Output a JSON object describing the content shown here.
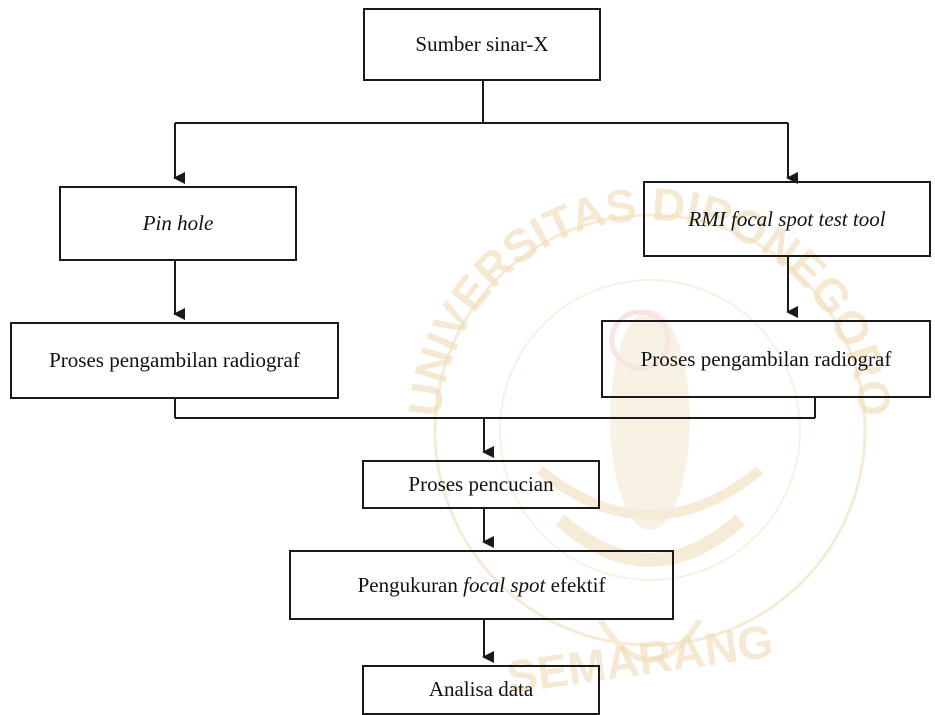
{
  "diagram": {
    "title": "",
    "nodes": {
      "source": "Sumber sinar-X",
      "pinhole": "Pin hole",
      "rmi": "RMI focal spot test tool",
      "radiograph_left": "Proses pengambilan radiograf",
      "radiograph_right": "Proses pengambilan radiograf",
      "washing": "Proses pencucian",
      "measure_pre": "Pengukuran ",
      "measure_italic": "focal spot",
      "measure_post": " efektif",
      "analysis": "Analisa data"
    },
    "watermark": {
      "top_arc": "UNIVERSITAS DIPONEGORO",
      "bottom": "SEMARANG"
    },
    "colors": {
      "line": "#1a1a1a",
      "watermark": "#f3e3c4",
      "watermark_red": "#f5d0d0"
    }
  }
}
